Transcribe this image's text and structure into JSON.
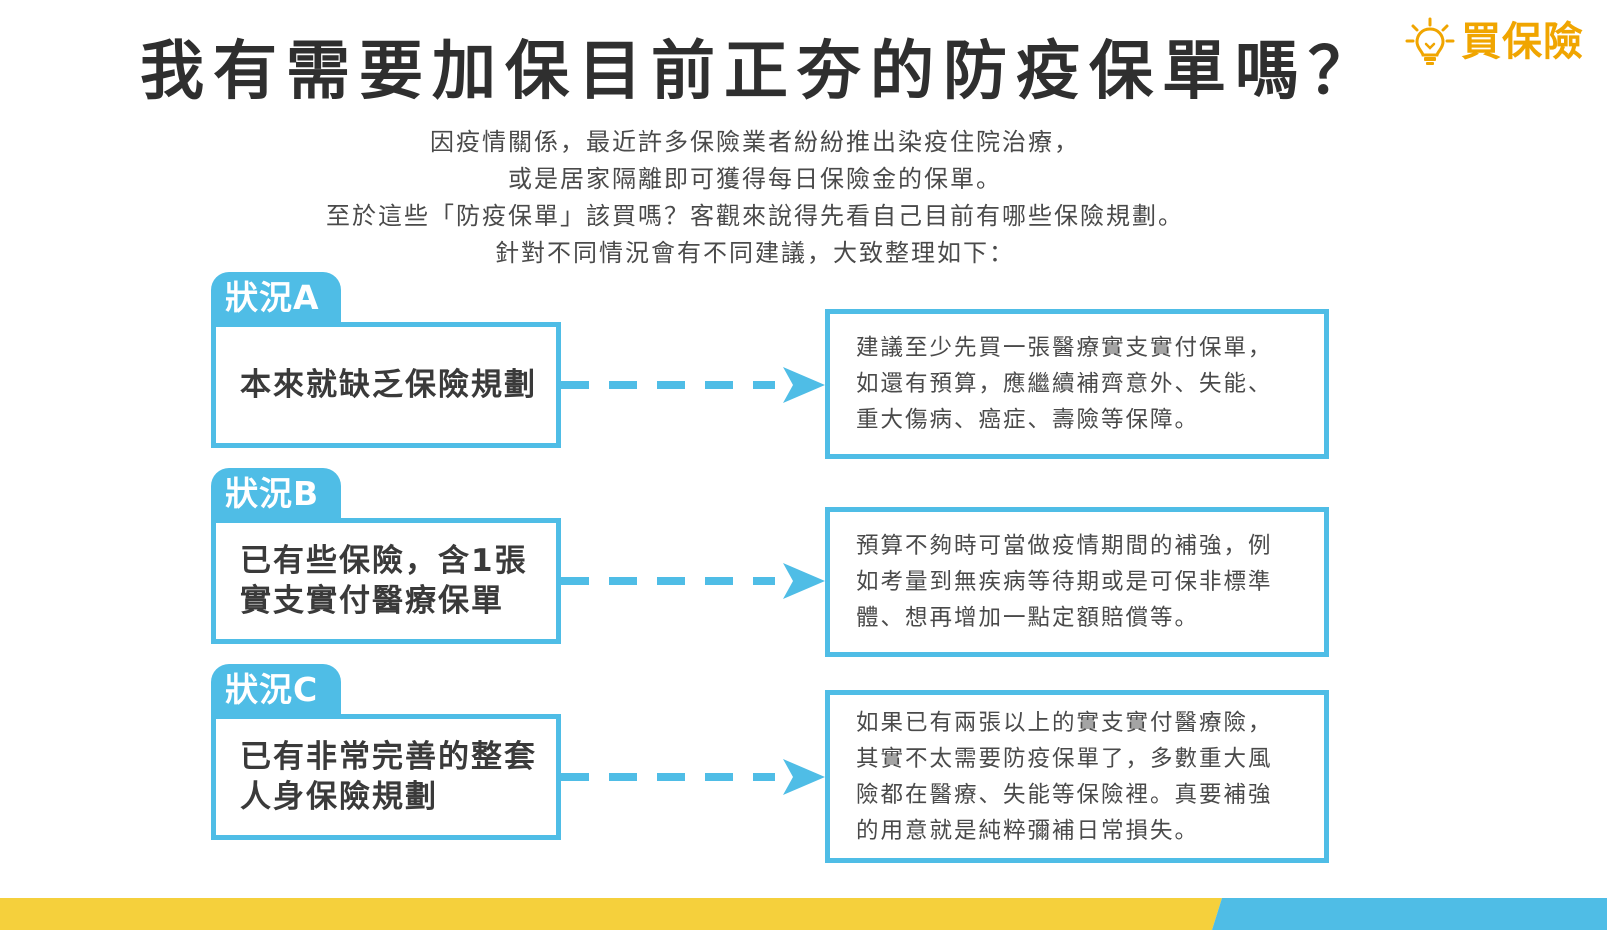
{
  "colors": {
    "accent_blue": "#4fbde6",
    "accent_yellow": "#f5d03c",
    "brand_orange": "#f0a500",
    "text_dark": "#2f2f2f",
    "text_body": "#4a4a4a"
  },
  "logo": {
    "text": "買保險",
    "icon": "lightbulb-icon"
  },
  "title": "我有需要加保目前正夯的防疫保單嗎？",
  "intro": {
    "lines": [
      "因疫情關係，最近許多保險業者紛紛推出染疫住院治療，",
      "或是居家隔離即可獲得每日保險金的保單。",
      "至於這些「防疫保單」該買嗎？客觀來說得先看自己目前有哪些保險規劃。",
      "針對不同情況會有不同建議，大致整理如下："
    ]
  },
  "cases": [
    {
      "tab": "狀況A",
      "situation": "本來就缺乏保險規劃",
      "advice": "建議至少先買一張醫療實支實付保單，\n如還有預算，應繼續補齊意外、失能、\n重大傷病、癌症、壽險等保障。"
    },
    {
      "tab": "狀況B",
      "situation": "已有些保險，含1張\n實支實付醫療保單",
      "advice": "預算不夠時可當做疫情期間的補強，例\n如考量到無疾病等待期或是可保非標準\n體、想再增加一點定額賠償等。"
    },
    {
      "tab": "狀況C",
      "situation": "已有非常完善的整套\n人身保險規劃",
      "advice": "如果已有兩張以上的實支實付醫療險，\n其實不太需要防疫保單了，多數重大風\n險都在醫療、失能等保險裡。真要補強\n的用意就是純粹彌補日常損失。"
    }
  ]
}
